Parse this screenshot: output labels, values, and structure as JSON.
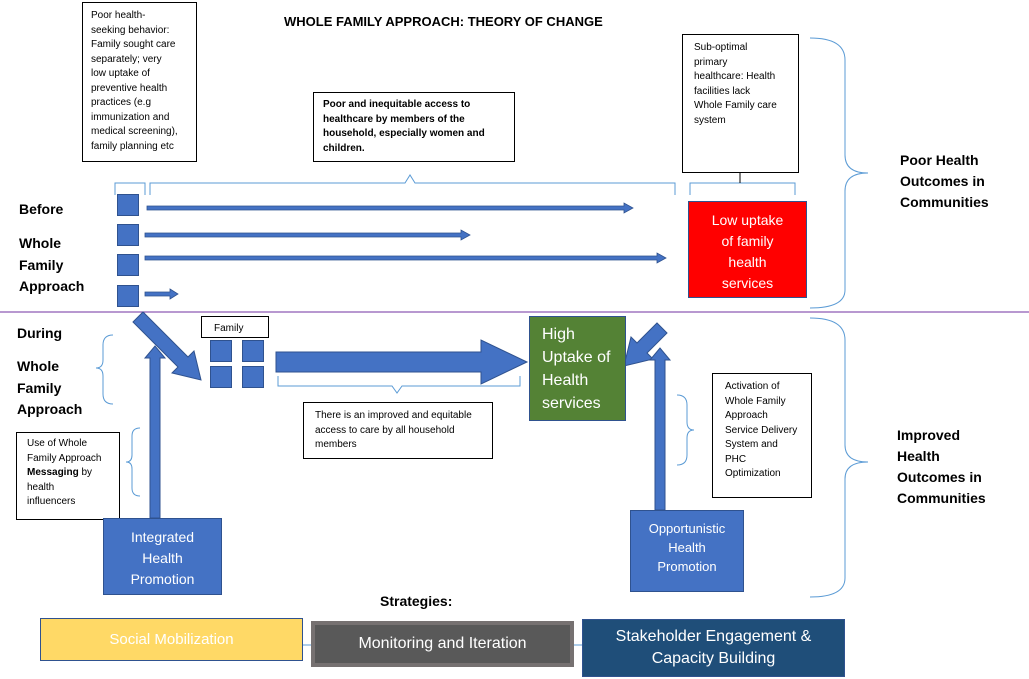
{
  "title": "WHOLE FAMILY APPROACH: THEORY OF CHANGE",
  "phases": {
    "before": "Before",
    "before_sub": "Whole\nFamily\nApproach",
    "during": "During",
    "during_sub": "Whole\nFamily\nApproach"
  },
  "notes": {
    "poor_health_seeking": "Poor health-\nseeking behavior:\nFamily sought care\nseparately; very\nlow uptake of\npreventive health\npractices (e.g\nimmunization and\nmedical screening),\nfamily planning etc",
    "inequitable_access": "Poor and inequitable access to\nhealthcare by members of the\nhousehold, especially women and\nchildren.",
    "suboptimal_phc": "Sub-optimal\nprimary\nhealthcare: Health\nfacilities lack\nWhole Family care\nsystem",
    "improved_access": "There is an improved and equitable\naccess to care by all household\nmembers",
    "activation": "Activation of\nWhole Family\nApproach\nService Delivery\nSystem and\nPHC\nOptimization",
    "messaging_pre": "Use of Whole\nFamily Approach\n",
    "messaging_bold": "Messaging",
    "messaging_post": " by\nhealth\ninfluencers",
    "family": "Family"
  },
  "outcomes": {
    "low_uptake": "Low uptake\nof family\nhealth\nservices",
    "high_uptake": "High\nUptake of\nHealth\nservices",
    "poor": "Poor Health\nOutcomes in\nCommunities",
    "improved": "Improved\nHealth\nOutcomes in\nCommunities"
  },
  "promotion": {
    "integrated": "Integrated\nHealth\nPromotion",
    "opportunistic": "Opportunistic\nHealth\nPromotion"
  },
  "strategies": {
    "label": "Strategies:",
    "items": [
      "Social Mobilization",
      "Monitoring and Iteration",
      "Stakeholder Engagement &\nCapacity Building"
    ]
  },
  "colors": {
    "blue": "#4472c4",
    "red": "#ff0000",
    "green": "#548235",
    "yellow": "#ffd966",
    "gray": "#595959",
    "navy": "#1f4e79",
    "divider": "#7030a0",
    "brace": "#5b9bd5"
  }
}
